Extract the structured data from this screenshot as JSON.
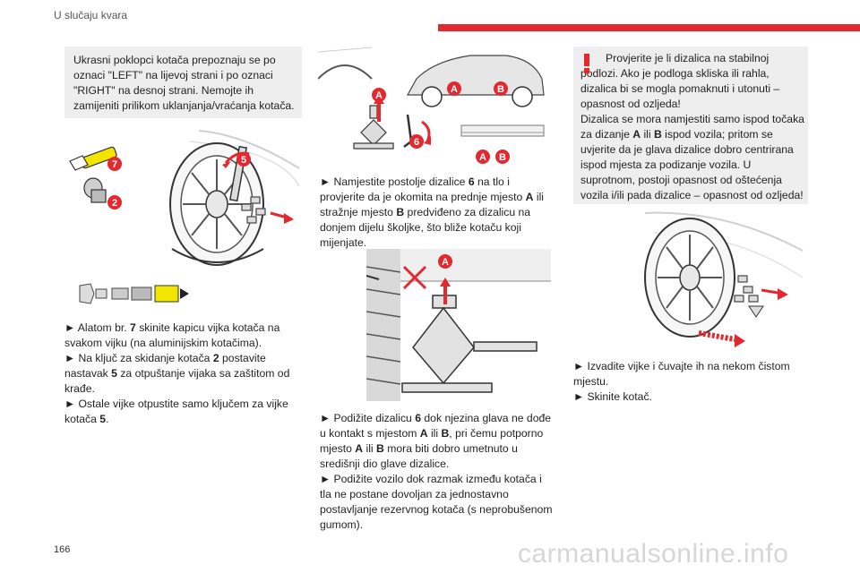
{
  "header": {
    "section_title": "U slučaju kvara"
  },
  "page_number": "166",
  "watermark": "carmanualsonline.info",
  "col1": {
    "note": "Ukrasni poklopci kotača prepoznaju se po oznaci \"LEFT\" na lijevoj strani i po oznaci \"RIGHT\" na desnoj strani. Nemojte ih zamijeniti prilikom uklanjanja/vraćanja kotača.",
    "figure_labels": [
      "7",
      "2",
      "5"
    ],
    "steps": [
      [
        "► Alatom br. ",
        "7",
        " skinite kapicu vijka kotača na svakom vijku (na aluminijskim kotačima)."
      ],
      [
        "► Na ključ za skidanje kotača ",
        "2",
        " postavite nastavak ",
        "5",
        " za otpuštanje vijaka sa zaštitom od krađe."
      ],
      [
        "► Ostale vijke otpustite samo ključem za vijke kotača ",
        "5",
        "."
      ]
    ]
  },
  "col2": {
    "figure1_labels": [
      "A",
      "A",
      "B",
      "6",
      "A",
      "B"
    ],
    "para1": [
      "► Namjestite postolje dizalice ",
      "6",
      " na tlo i provjerite da je okomita na prednje mjesto ",
      "A",
      " ili stražnje mjesto ",
      "B",
      " predviđeno za dizalicu na donjem dijelu školjke, što bliže kotaču koji mijenjate."
    ],
    "figure2_label": "A",
    "para2": [
      "► Podižite dizalicu ",
      "6",
      " dok njezina glava ne dođe u kontakt s mjestom ",
      "A",
      " ili ",
      "B",
      ", pri čemu potporno mjesto ",
      "A",
      " ili ",
      "B",
      " mora biti dobro umetnuto u središnji dio glave dizalice."
    ],
    "para3": "► Podižite vozilo dok razmak između kotača i tla ne postane dovoljan za jednostavno postavljanje rezervnog kotača (s neprobušenom gumom)."
  },
  "col3": {
    "warning": [
      "Provjerite je li dizalica na stabilnoj podlozi. Ako je podloga skliska ili rahla, dizalica bi se mogla pomaknuti i utonuti – opasnost od ozljeda!",
      "Dizalica se mora namjestiti samo ispod točaka za dizanje ",
      "A",
      " ili ",
      "B",
      " ispod vozila; pritom se uvjerite da je glava dizalice dobro centrirana ispod mjesta za podizanje vozila. U suprotnom, postoji opasnost od oštećenja vozila i/ili pada dizalice – opasnost od ozljeda!"
    ],
    "steps": [
      "► Izvadite vijke i čuvajte ih na nekom čistom mjestu.",
      "► Skinite kotač."
    ]
  },
  "colors": {
    "accent": "#e3292f",
    "box_bg": "#eeeeee",
    "badge": "#e3292f",
    "tool": "#f2e500"
  }
}
